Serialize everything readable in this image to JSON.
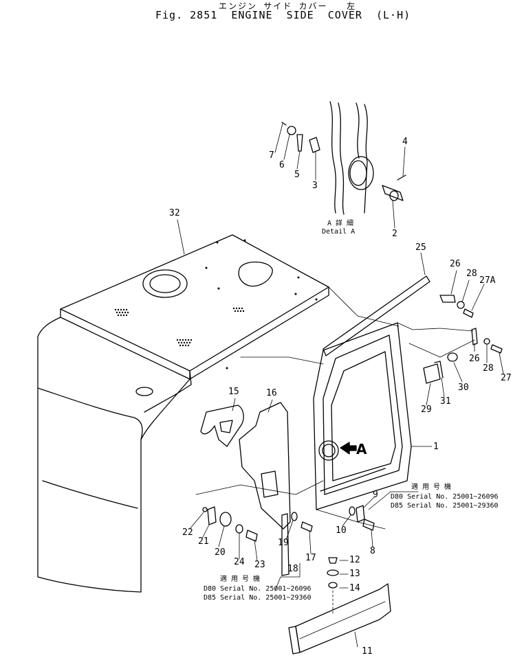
{
  "title": {
    "japanese": "エンジン サイド カバー   左",
    "english": "Fig. 2851  ENGINE  SIDE  COVER  (L·H)"
  },
  "detail": {
    "japanese": "A 詳 細",
    "english": "Detail  A",
    "arrow_letter": "A"
  },
  "part_labels": [
    "1",
    "2",
    "3",
    "4",
    "5",
    "6",
    "7",
    "8",
    "9",
    "10",
    "11",
    "12",
    "13",
    "14",
    "15",
    "16",
    "17",
    "18",
    "19",
    "20",
    "21",
    "22",
    "23",
    "24",
    "25",
    "26",
    "26",
    "27",
    "27A",
    "28",
    "28",
    "29",
    "30",
    "31",
    "32"
  ],
  "serial_notes": [
    {
      "heading": "適 用 号 機",
      "lines": [
        "D80 Serial No. 25001~26096",
        "D85 Serial No. 25001~29360"
      ]
    },
    {
      "heading": "適 用 号 機",
      "lines": [
        "D80 Serial No. 25001~26096",
        "D85 Serial No. 25001~29360"
      ]
    }
  ]
}
